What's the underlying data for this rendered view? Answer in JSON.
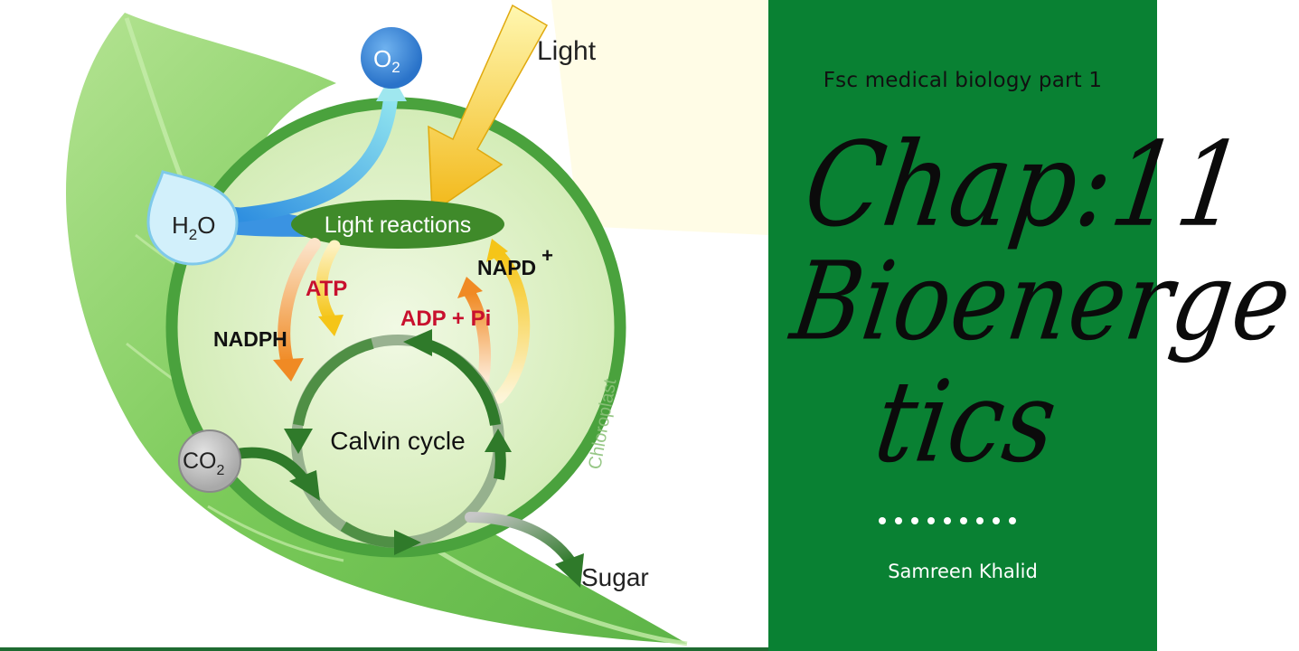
{
  "diagram": {
    "labels": {
      "light": "Light",
      "o2": "O",
      "o2_sub": "2",
      "h2o_h": "H",
      "h2o_sub": "2",
      "h2o_o": "O",
      "light_reactions": "Light reactions",
      "atp": "ATP",
      "nadph": "NADPH",
      "napd": "NAPD",
      "napd_sup": "+",
      "adp_pi": "ADP + Pi",
      "calvin_cycle": "Calvin cycle",
      "co2_c": "CO",
      "co2_sub": "2",
      "sugar": "Sugar",
      "chloroplast": "Chloroplast"
    },
    "colors": {
      "leaf": "#7ccb5a",
      "leaf_light": "#a9de86",
      "chloroplast_ring": "#4aa23d",
      "chloroplast_fill": "#dff2c6",
      "light_reactions": "#3f8a2a",
      "light_arrow": "#f5c518",
      "o2": "#2f7fd6",
      "h2o": "#cfeefb",
      "atp_red": "#c8102e",
      "nadph_orange": "#f08a24",
      "calvin_green": "#2f7a2a",
      "co2": "#b9b9b9"
    }
  },
  "panel": {
    "course": "Fsc medical biology part 1",
    "title_line1": "Chap:11",
    "title_line2": "Bioenerge",
    "title_line3": "tics",
    "dot_count": 9,
    "author": "Samreen Khalid",
    "background": "#098133"
  }
}
